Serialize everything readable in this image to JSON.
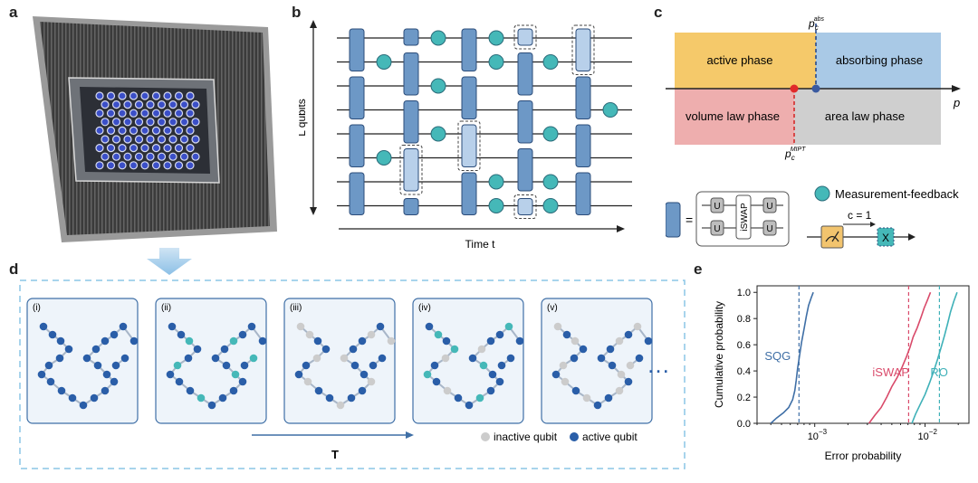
{
  "panels": {
    "a": {
      "label": "a"
    },
    "b": {
      "label": "b",
      "y_axis": "L qubits",
      "x_axis": "Time t"
    },
    "c": {
      "label": "c",
      "p_abs": "p",
      "p_abs_sup": "abs",
      "p_abs_sub": "c",
      "p_mipt": "p",
      "p_mipt_sup": "MIPT",
      "p_mipt_sub": "c",
      "axis_p": "p",
      "regions": {
        "active": "active phase",
        "absorbing": "absorbing phase",
        "volume": "volume law phase",
        "area": "area law phase"
      },
      "colors": {
        "active": "#f5c96a",
        "absorbing": "#a9c9e6",
        "volume": "#eeaeae",
        "area": "#cfcfcf"
      },
      "gate_equals": "=",
      "gate_u": "U",
      "gate_iswap": "iSWAP",
      "mf_label": "Measurement-feedback",
      "mf_condition": "c = 1",
      "mf_x": "X"
    },
    "d": {
      "label": "d",
      "snapshots": [
        "(i)",
        "(ii)",
        "(iii)",
        "(iv)",
        "(v)"
      ],
      "time_label": "T",
      "legend_inactive": "inactive qubit",
      "legend_active": "active qubit",
      "ellipsis": "…",
      "colors": {
        "active": "#2a5ea8",
        "inactive": "#cccccc",
        "teal": "#45b8b8"
      }
    },
    "e": {
      "label": "e"
    }
  },
  "chart_data": {
    "type": "line",
    "xlabel": "Error probability",
    "ylabel": "Cumulative probability",
    "xscale": "log",
    "xlim": [
      0.0003,
      0.025
    ],
    "ylim": [
      0,
      1.05
    ],
    "xticks": [
      {
        "value": 0.001,
        "base": "10",
        "exp": "−3"
      },
      {
        "value": 0.01,
        "base": "10",
        "exp": "−2"
      }
    ],
    "yticks": [
      "0.0",
      "0.2",
      "0.4",
      "0.6",
      "0.8",
      "1.0"
    ],
    "series": [
      {
        "name": "SQG",
        "color": "#3f6fa6",
        "mean": 0.00072,
        "points": [
          [
            0.0004,
            0.0
          ],
          [
            0.00045,
            0.04
          ],
          [
            0.00052,
            0.08
          ],
          [
            0.00058,
            0.12
          ],
          [
            0.00063,
            0.18
          ],
          [
            0.00066,
            0.25
          ],
          [
            0.00068,
            0.33
          ],
          [
            0.0007,
            0.42
          ],
          [
            0.00073,
            0.52
          ],
          [
            0.00076,
            0.62
          ],
          [
            0.0008,
            0.72
          ],
          [
            0.00084,
            0.82
          ],
          [
            0.00088,
            0.9
          ],
          [
            0.00093,
            0.96
          ],
          [
            0.00097,
            1.0
          ]
        ]
      },
      {
        "name": "iSWAP",
        "color": "#d94a6a",
        "mean": 0.0071,
        "points": [
          [
            0.0031,
            0.0
          ],
          [
            0.0035,
            0.06
          ],
          [
            0.004,
            0.12
          ],
          [
            0.0045,
            0.2
          ],
          [
            0.005,
            0.28
          ],
          [
            0.0056,
            0.35
          ],
          [
            0.0062,
            0.43
          ],
          [
            0.0068,
            0.51
          ],
          [
            0.0073,
            0.58
          ],
          [
            0.0078,
            0.66
          ],
          [
            0.0085,
            0.73
          ],
          [
            0.0092,
            0.81
          ],
          [
            0.0098,
            0.88
          ],
          [
            0.0105,
            0.94
          ],
          [
            0.0112,
            1.0
          ]
        ]
      },
      {
        "name": "RO",
        "color": "#3fb1b8",
        "mean": 0.0135,
        "points": [
          [
            0.0076,
            0.0
          ],
          [
            0.0082,
            0.07
          ],
          [
            0.009,
            0.14
          ],
          [
            0.01,
            0.22
          ],
          [
            0.011,
            0.31
          ],
          [
            0.012,
            0.4
          ],
          [
            0.013,
            0.49
          ],
          [
            0.014,
            0.58
          ],
          [
            0.015,
            0.67
          ],
          [
            0.016,
            0.76
          ],
          [
            0.017,
            0.85
          ],
          [
            0.0182,
            0.93
          ],
          [
            0.0195,
            1.0
          ]
        ]
      }
    ]
  }
}
